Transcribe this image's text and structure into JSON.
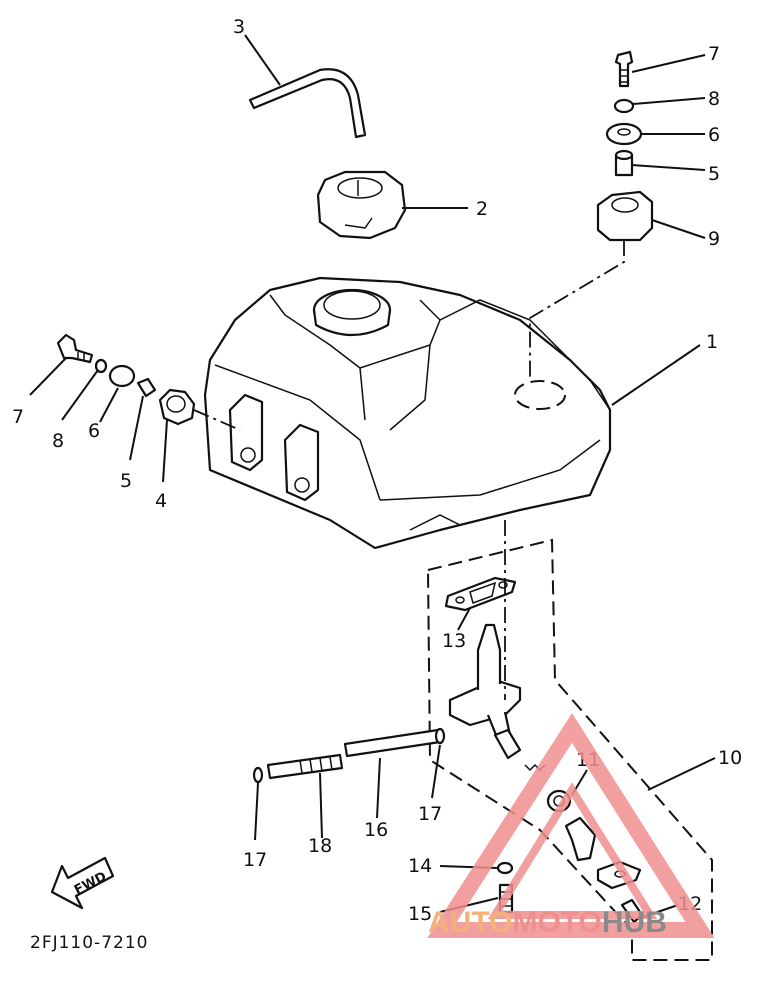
{
  "callouts": {
    "c1": "1",
    "c2": "2",
    "c3": "3",
    "c4": "4",
    "c5_right": "5",
    "c5_left": "5",
    "c6_right": "6",
    "c6_left": "6",
    "c7_right": "7",
    "c7_left": "7",
    "c8_right": "8",
    "c8_left": "8",
    "c9": "9",
    "c10": "10",
    "c11": "11",
    "c12": "12",
    "c13": "13",
    "c14": "14",
    "c15": "15",
    "c16": "16",
    "c17_left": "17",
    "c17_right": "17",
    "c18": "18"
  },
  "fwd_label": "FWD",
  "diagram_code": "2FJ110-7210",
  "watermark": {
    "part_a": "AUTO",
    "part_b": "MOTO",
    "part_c": "HUB",
    "color_a": "#f4b27a",
    "color_b": "#f08f8f",
    "color_c": "#8a8a8a"
  }
}
